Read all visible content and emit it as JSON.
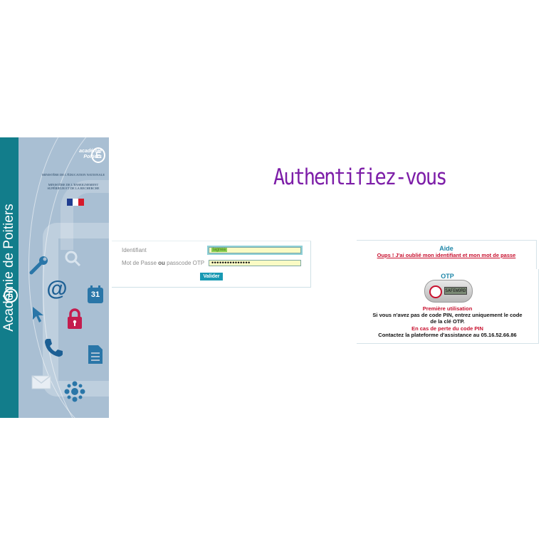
{
  "banner": {
    "vertical_title": "Académie de Poitiers",
    "brand_line1": "académie",
    "brand_line2": "Poitiers",
    "brand_logo_letter": "É",
    "ministry1": "MINISTÈRE DE L'ÉDUCATION NATIONALE",
    "ministry2": "MINISTÈRE DE L'ENSEIGNEMENT SUPÉRIEUR ET DE LA RECHERCHE",
    "flag_colors": [
      "#1f3c8f",
      "#ffffff",
      "#d61a2b"
    ],
    "calendar_day": "31",
    "at_symbol": "@",
    "icons": [
      "wrench-icon",
      "magnifier-icon",
      "at-icon",
      "calendar-icon",
      "cursor-icon",
      "padlock-icon",
      "phone-icon",
      "document-icon",
      "envelope-icon",
      "network-icon"
    ]
  },
  "page": {
    "title": "Authentifiez-vous"
  },
  "login": {
    "identifiant_label": "Identifiant",
    "identifiant_value": "lagnea",
    "password_label_part1": "Mot de Passe ",
    "password_label_or": "ou",
    "password_label_part2": " passcode OTP",
    "password_value": "•••••••••••••••",
    "submit_label": "Valider"
  },
  "aide": {
    "title": "Aide",
    "forgot_link": "Oups ! J'ai oublié mon identifiant et mon mot de passe"
  },
  "otp": {
    "title": "OTP",
    "device_display": "SAFEWORD",
    "first_use_heading": "Première utilisation",
    "first_use_text_line1": "Si vous n'avez pas de code PIN, entrez uniquement le code",
    "first_use_text_line2": "de la clé OTP.",
    "lost_pin_heading": "En cas de perte du code PIN",
    "contact_text": "Contactez la plateforme d'assistance au 05.16.52.66.86"
  },
  "colors": {
    "accent_teal": "#127d8b",
    "title_purple": "#7d1ea8",
    "link_red": "#c8102e",
    "heading_blue": "#1e86a8",
    "button_blue": "#1899b3"
  }
}
